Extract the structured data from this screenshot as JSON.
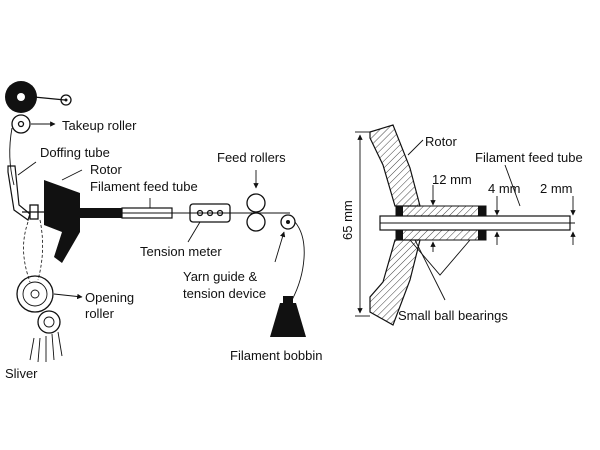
{
  "diagram": {
    "left_labels": {
      "takeup_roller": "Takeup roller",
      "doffing_tube": "Doffing tube",
      "rotor": "Rotor",
      "filament_feed_tube": "Filament feed tube",
      "feed_rollers": "Feed rollers",
      "tension_meter": "Tension meter",
      "yarn_guide_line1": "Yarn guide &",
      "yarn_guide_line2": "tension device",
      "opening_roller_line1": "Opening",
      "opening_roller_line2": "roller",
      "sliver": "Sliver",
      "filament_bobbin": "Filament bobbin"
    },
    "right_labels": {
      "rotor": "Rotor",
      "filament_feed_tube": "Filament feed tube",
      "dim_12": "12 mm",
      "dim_4": "4 mm",
      "dim_2": "2 mm",
      "dim_65": "65 mm",
      "small_ball_bearings": "Small ball bearings"
    }
  }
}
